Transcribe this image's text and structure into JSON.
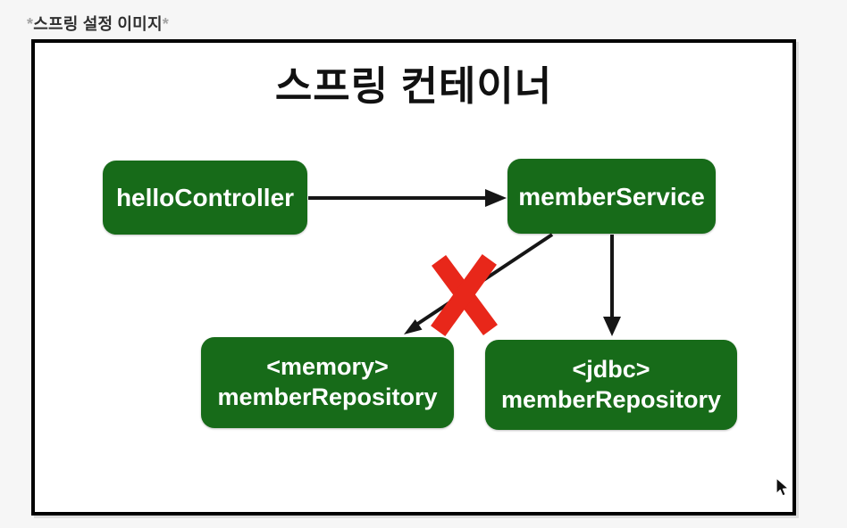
{
  "header": {
    "label_prefix": "*",
    "label_text": "스프링 설정 이미지",
    "label_suffix": "*"
  },
  "diagram": {
    "title": "스프링 컨테이너",
    "nodes": {
      "hello_controller": {
        "label": "helloController"
      },
      "member_service": {
        "label": "memberService"
      },
      "memory_repository": {
        "line1": "<memory>",
        "line2": "memberRepository"
      },
      "jdbc_repository": {
        "line1": "<jdbc>",
        "line2": "memberRepository"
      }
    },
    "edges": [
      {
        "from": "helloController",
        "to": "memberService",
        "style": "arrow"
      },
      {
        "from": "memberService",
        "to": "<memory> memberRepository",
        "style": "arrow-crossed-out"
      },
      {
        "from": "memberService",
        "to": "<jdbc> memberRepository",
        "style": "arrow"
      }
    ],
    "colors": {
      "node_background": "#176b19",
      "node_text": "#ffffff",
      "arrow": "#161616",
      "cross_out": "#e8271a",
      "canvas_background": "#ffffff",
      "canvas_border": "#000000",
      "page_background": "#f6f6f6"
    }
  }
}
